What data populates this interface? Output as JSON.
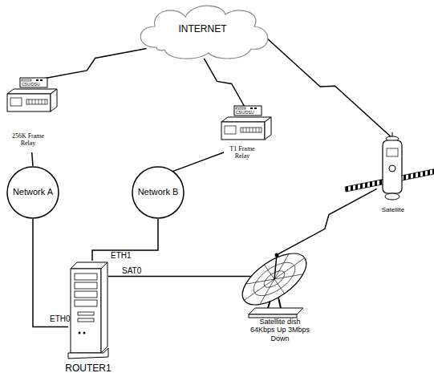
{
  "diagram": {
    "nodes": [
      {
        "text": [
          "INTERNET"
        ]
      },
      {
        "text": [
          "256K Frame Relay"
        ]
      },
      {
        "text": [
          "T1 Frame Relay"
        ]
      },
      {
        "text": [
          "Network A"
        ]
      },
      {
        "text": [
          "Network B"
        ]
      },
      {
        "text": [
          "ROUTER1"
        ]
      },
      {
        "text": [
          "Satellite dish 64Kbps Up 3Mbps Down"
        ]
      },
      {
        "text": [
          "Satellite"
        ]
      }
    ],
    "edges": [
      {
        "from": 0,
        "to": 1,
        "arrow": "none"
      },
      {
        "from": 0,
        "to": 2,
        "arrow": "none"
      },
      {
        "from": 0,
        "to": 7,
        "arrow": "none"
      },
      {
        "from": 1,
        "to": 3,
        "arrow": "none"
      },
      {
        "from": 2,
        "to": 4,
        "arrow": "none"
      },
      {
        "from": 3,
        "to": 5,
        "label": "ETH0",
        "arrow": "none"
      },
      {
        "from": 4,
        "to": 5,
        "label": "ETH1",
        "arrow": "none"
      },
      {
        "from": 5,
        "to": 6,
        "label": "SAT0",
        "arrow": "none"
      },
      {
        "from": 6,
        "to": 7,
        "arrow": "none"
      }
    ],
    "labels": [
      "CSU/DSU",
      "CSU/DSU"
    ]
  }
}
